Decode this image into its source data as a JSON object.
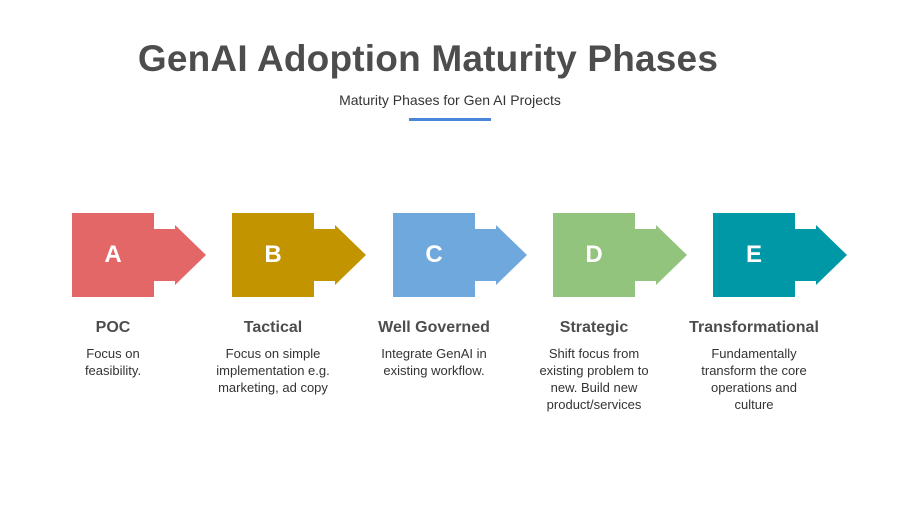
{
  "title": "GenAI Adoption Maturity Phases",
  "subtitle": "Maturity Phases for Gen AI Projects",
  "phases": [
    {
      "letter": "A",
      "name": "POC",
      "desc": "Focus on feasibility.",
      "color": "#e46767"
    },
    {
      "letter": "B",
      "name": "Tactical",
      "desc": "Focus on simple implementation e.g. marketing, ad copy",
      "color": "#c29400"
    },
    {
      "letter": "C",
      "name": "Well Governed",
      "desc": "Integrate GenAI in existing workflow.",
      "color": "#6fa8dc"
    },
    {
      "letter": "D",
      "name": "Strategic",
      "desc": "Shift focus from existing problem to new. Build new product/services",
      "color": "#93c47d"
    },
    {
      "letter": "E",
      "name": "Transformational",
      "desc": "Fundamentally transform the core operations and culture",
      "color": "#0097a7"
    }
  ]
}
